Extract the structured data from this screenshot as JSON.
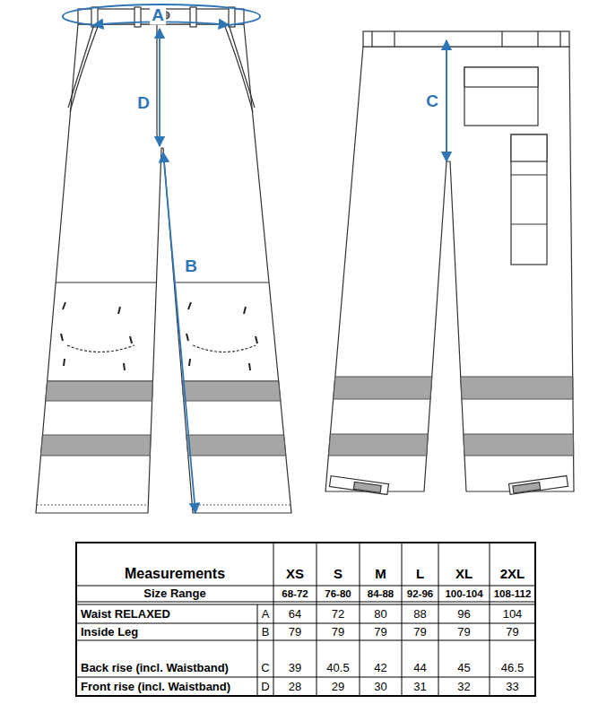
{
  "diagram": {
    "labels": [
      "A",
      "D",
      "B",
      "C",
      "Measurements",
      "XS",
      "S",
      "M",
      "L",
      "XL",
      "2XL",
      "Size Range",
      "68-72",
      "76-80",
      "84-88",
      "92-96",
      "100-104",
      "108-112",
      "Waist RELAXED",
      "A",
      "64",
      "72",
      "80",
      "88",
      "96",
      "104",
      "Inside Leg",
      "B",
      "79",
      "79",
      "79",
      "79",
      "79",
      "79",
      "Back rise (incl. Waistband)",
      "C",
      "39",
      "40.5",
      "42",
      "44",
      "45",
      "46.5",
      "Front rise (incl. Waistband)",
      "D",
      "28",
      "29",
      "30",
      "31",
      "32",
      "33"
    ]
  }
}
